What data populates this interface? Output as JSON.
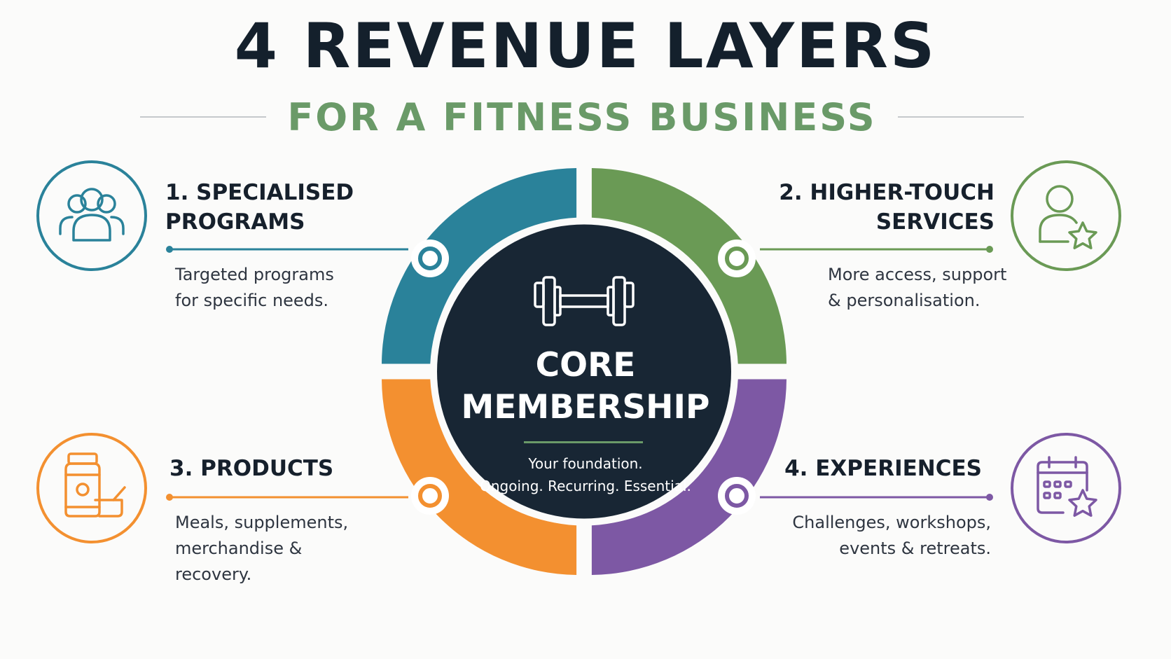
{
  "title": "4 REVENUE LAYERS",
  "subtitle": "FOR A FITNESS BUSINESS",
  "center": {
    "title": "CORE\nMEMBERSHIP",
    "description": "Your foundation.\nOngoing. Recurring. Essential.",
    "icon": "dumbbell-icon"
  },
  "layers": [
    {
      "heading": "1. SPECIALISED\nPROGRAMS",
      "description": "Targeted programs\nfor specific needs.",
      "icon": "group-icon",
      "color": "#2a829a"
    },
    {
      "heading": "2. HIGHER-TOUCH\nSERVICES",
      "description": "More access, support\n& personalisation.",
      "icon": "person-star-icon",
      "color": "#6a9a55"
    },
    {
      "heading": "3. PRODUCTS",
      "description": "Meals, supplements,\nmerchandise &\nrecovery.",
      "icon": "supplement-jar-icon",
      "color": "#f39030"
    },
    {
      "heading": "4. EXPERIENCES",
      "description": "Challenges, workshops,\nevents & retreats.",
      "icon": "calendar-star-icon",
      "color": "#7d58a4"
    }
  ],
  "colors": {
    "title": "#14202c",
    "subtitle": "#6a9a68",
    "core": "#182634"
  }
}
